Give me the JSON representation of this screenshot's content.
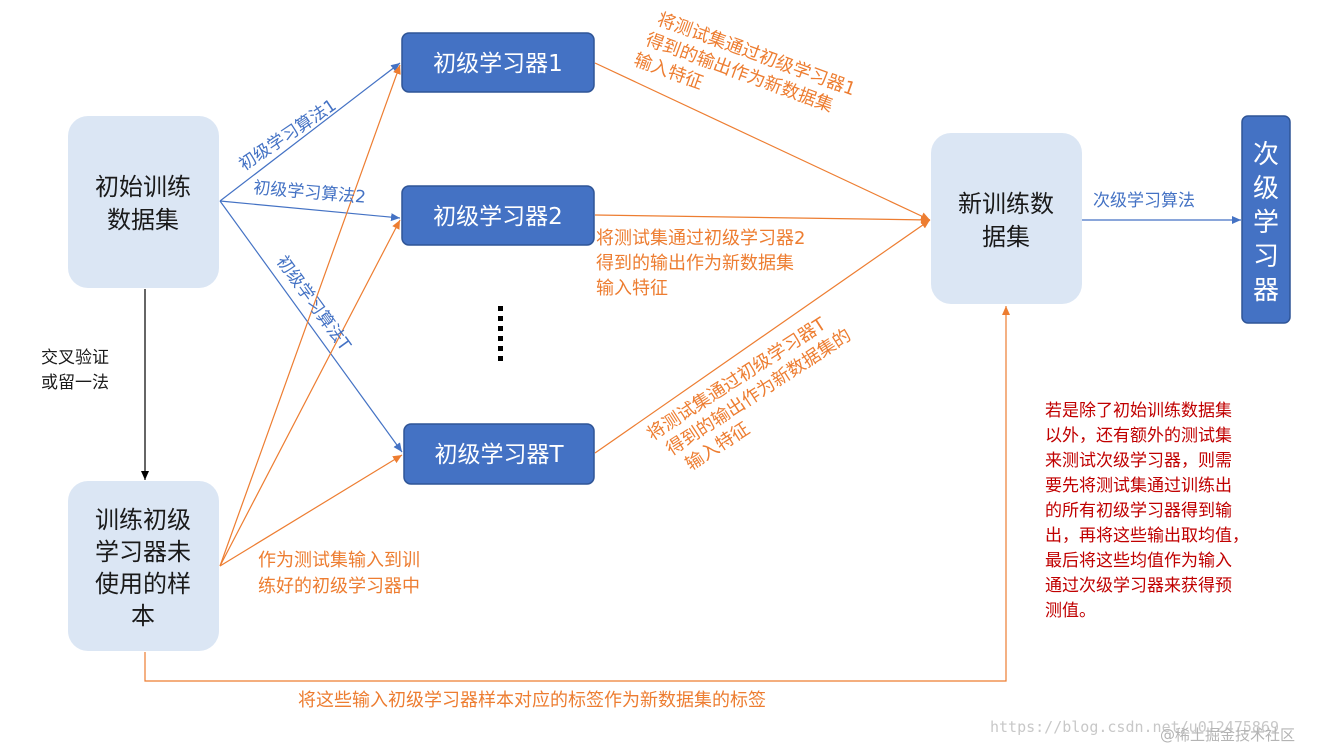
{
  "nodes": {
    "initial_train": [
      "初始训练",
      "数据集"
    ],
    "unused_samples": [
      "训练初级",
      "学习器未",
      "使用的样",
      "本"
    ],
    "learner1": "初级学习器1",
    "learner2": "初级学习器2",
    "learnerT": "初级学习器T",
    "new_train": [
      "新训练数",
      "据集"
    ],
    "secondary": [
      "次",
      "级",
      "学",
      "习",
      "器"
    ]
  },
  "labels": {
    "algo1": "初级学习算法1",
    "algo2": "初级学习算法2",
    "algoT": "初级学习算法T",
    "cross_validation": [
      "交叉验证",
      "或留一法"
    ],
    "test_input": [
      "作为测试集输入到训",
      "练好的初级学习器中"
    ],
    "out1": [
      "将测试集通过初级学习器1",
      "得到的输出作为新数据集",
      "输入特征"
    ],
    "out2": [
      "将测试集通过初级学习器2",
      "得到的输出作为新数据集",
      "输入特征"
    ],
    "outT": [
      "将测试集通过初级学习器T",
      "得到的输出作为新数据集的",
      "输入特征"
    ],
    "secondary_algo": "次级学习算法",
    "label_note": "将这些输入初级学习器样本对应的标签作为新数据集的标签",
    "red_note": [
      "若是除了初始训练数据集",
      "以外，还有额外的测试集",
      "来测试次级学习器，则需",
      "要先将测试集通过训练出",
      "的所有初级学习器得到输",
      "出，再将这些输出取均值，",
      "最后将这些均值作为输入",
      "通过次级学习器来获得预",
      "测值。"
    ]
  },
  "watermark": {
    "url": "https://blog.csdn.net/u012475869",
    "brand": "@稀土掘金技术社区"
  },
  "colors": {
    "node_light": "#dbe6f4",
    "node_blue": "#4472c4",
    "arrow_blue": "#4472c4",
    "arrow_orange": "#ed7d31",
    "note_red": "#c00000"
  }
}
